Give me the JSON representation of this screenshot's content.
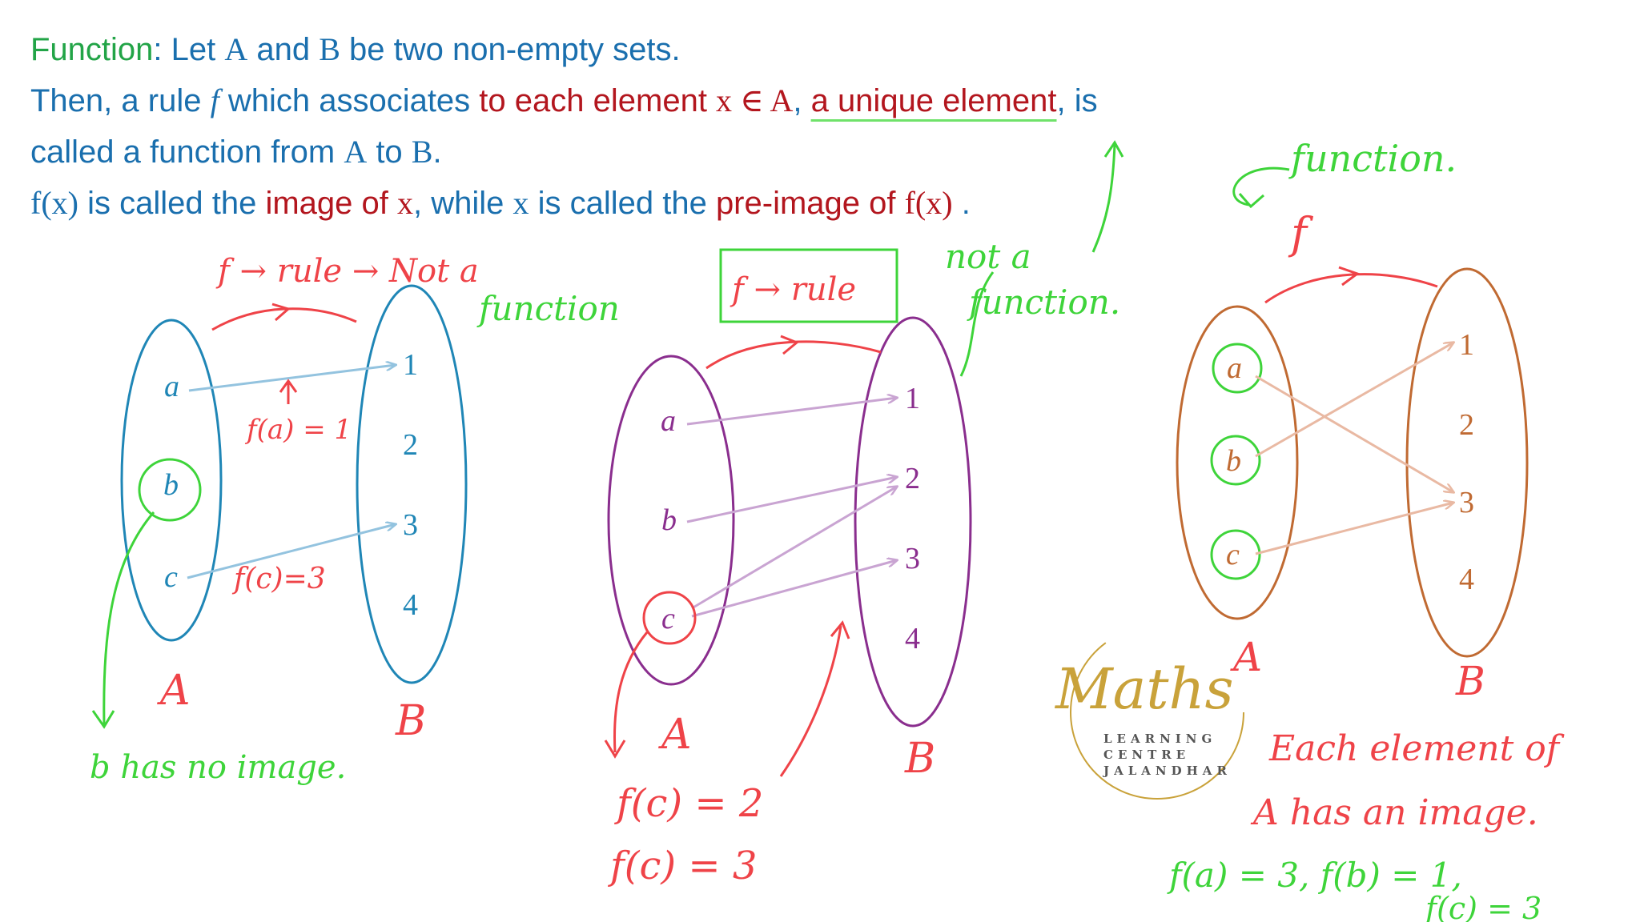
{
  "definition": {
    "term": "Function",
    "l1_colon": ": Let ",
    "l1_A": "A",
    "l1_and": " and ",
    "l1_B": "B",
    "l1_rest": " be two non-empty sets.",
    "l2_then": "Then, a rule ",
    "l2_f": "f",
    "l2_which": " which associates ",
    "l2_each": "to each element ",
    "l2_xinA": "x ∈ A",
    "l2_comma": ", ",
    "l2_unique": "a unique element",
    "l2_is": ", is",
    "l3": "called a function from ",
    "l3_A": "A",
    "l3_to": " to ",
    "l3_B": "B",
    "l3_dot": ".",
    "l4_fx": "f(x)",
    "l4_called": " is called the ",
    "l4_image": "image of ",
    "l4_x": "x",
    "l4_while": ", while ",
    "l4_x2": "x",
    "l4_called2": " is called the ",
    "l4_pre": "pre-image of ",
    "l4_fx2": "f(x)",
    "l4_end": " ."
  },
  "diagram1": {
    "set_a_elements": [
      "a",
      "b",
      "c"
    ],
    "set_b_elements": [
      "1",
      "2",
      "3",
      "4"
    ],
    "label_a": "A",
    "label_b": "B",
    "rule_note": "f → rule → Not a",
    "rule_note_2": "function",
    "fa_note": "f(a) = 1",
    "fc_note": "f(c)=3",
    "no_image_note": "b has no image."
  },
  "diagram2": {
    "set_a_elements": [
      "a",
      "b",
      "c"
    ],
    "set_b_elements": [
      "1",
      "2",
      "3",
      "4"
    ],
    "label_a": "A",
    "label_b": "B",
    "rule_note": "f → rule",
    "not_a_note": "not a",
    "function_note": "function.",
    "fc2_note": "f(c) = 2",
    "fc3_note": "f(c) = 3"
  },
  "diagram3": {
    "set_a_elements": [
      "a",
      "b",
      "c"
    ],
    "set_b_elements": [
      "1",
      "2",
      "3",
      "4"
    ],
    "label_a": "A",
    "label_b": "B",
    "function_note": "function.",
    "f_label": "f",
    "each_note_1": "Each element of",
    "each_note_2": "A has an image.",
    "values_note": "f(a) = 3, f(b) = 1,",
    "values_note_2": "f(c) = 3"
  },
  "logo": {
    "script": "Maths",
    "line1": "LEARNING",
    "line2": "CENTRE",
    "line3": "JALANDHAR"
  },
  "colors": {
    "blue_text": "#1a6fae",
    "term_green": "#22a447",
    "red_text": "#b3161e",
    "ink_green": "#3ed43a",
    "ink_red": "#ef4348",
    "set_blue": "#1f86b6",
    "arrow_blue": "#93c3df",
    "set_purple": "#8a2e8e",
    "arrow_purple": "#c9a4d2",
    "set_brown": "#c06a32",
    "arrow_peach": "#e9b9a3",
    "logo_gold": "#c9a23a"
  }
}
